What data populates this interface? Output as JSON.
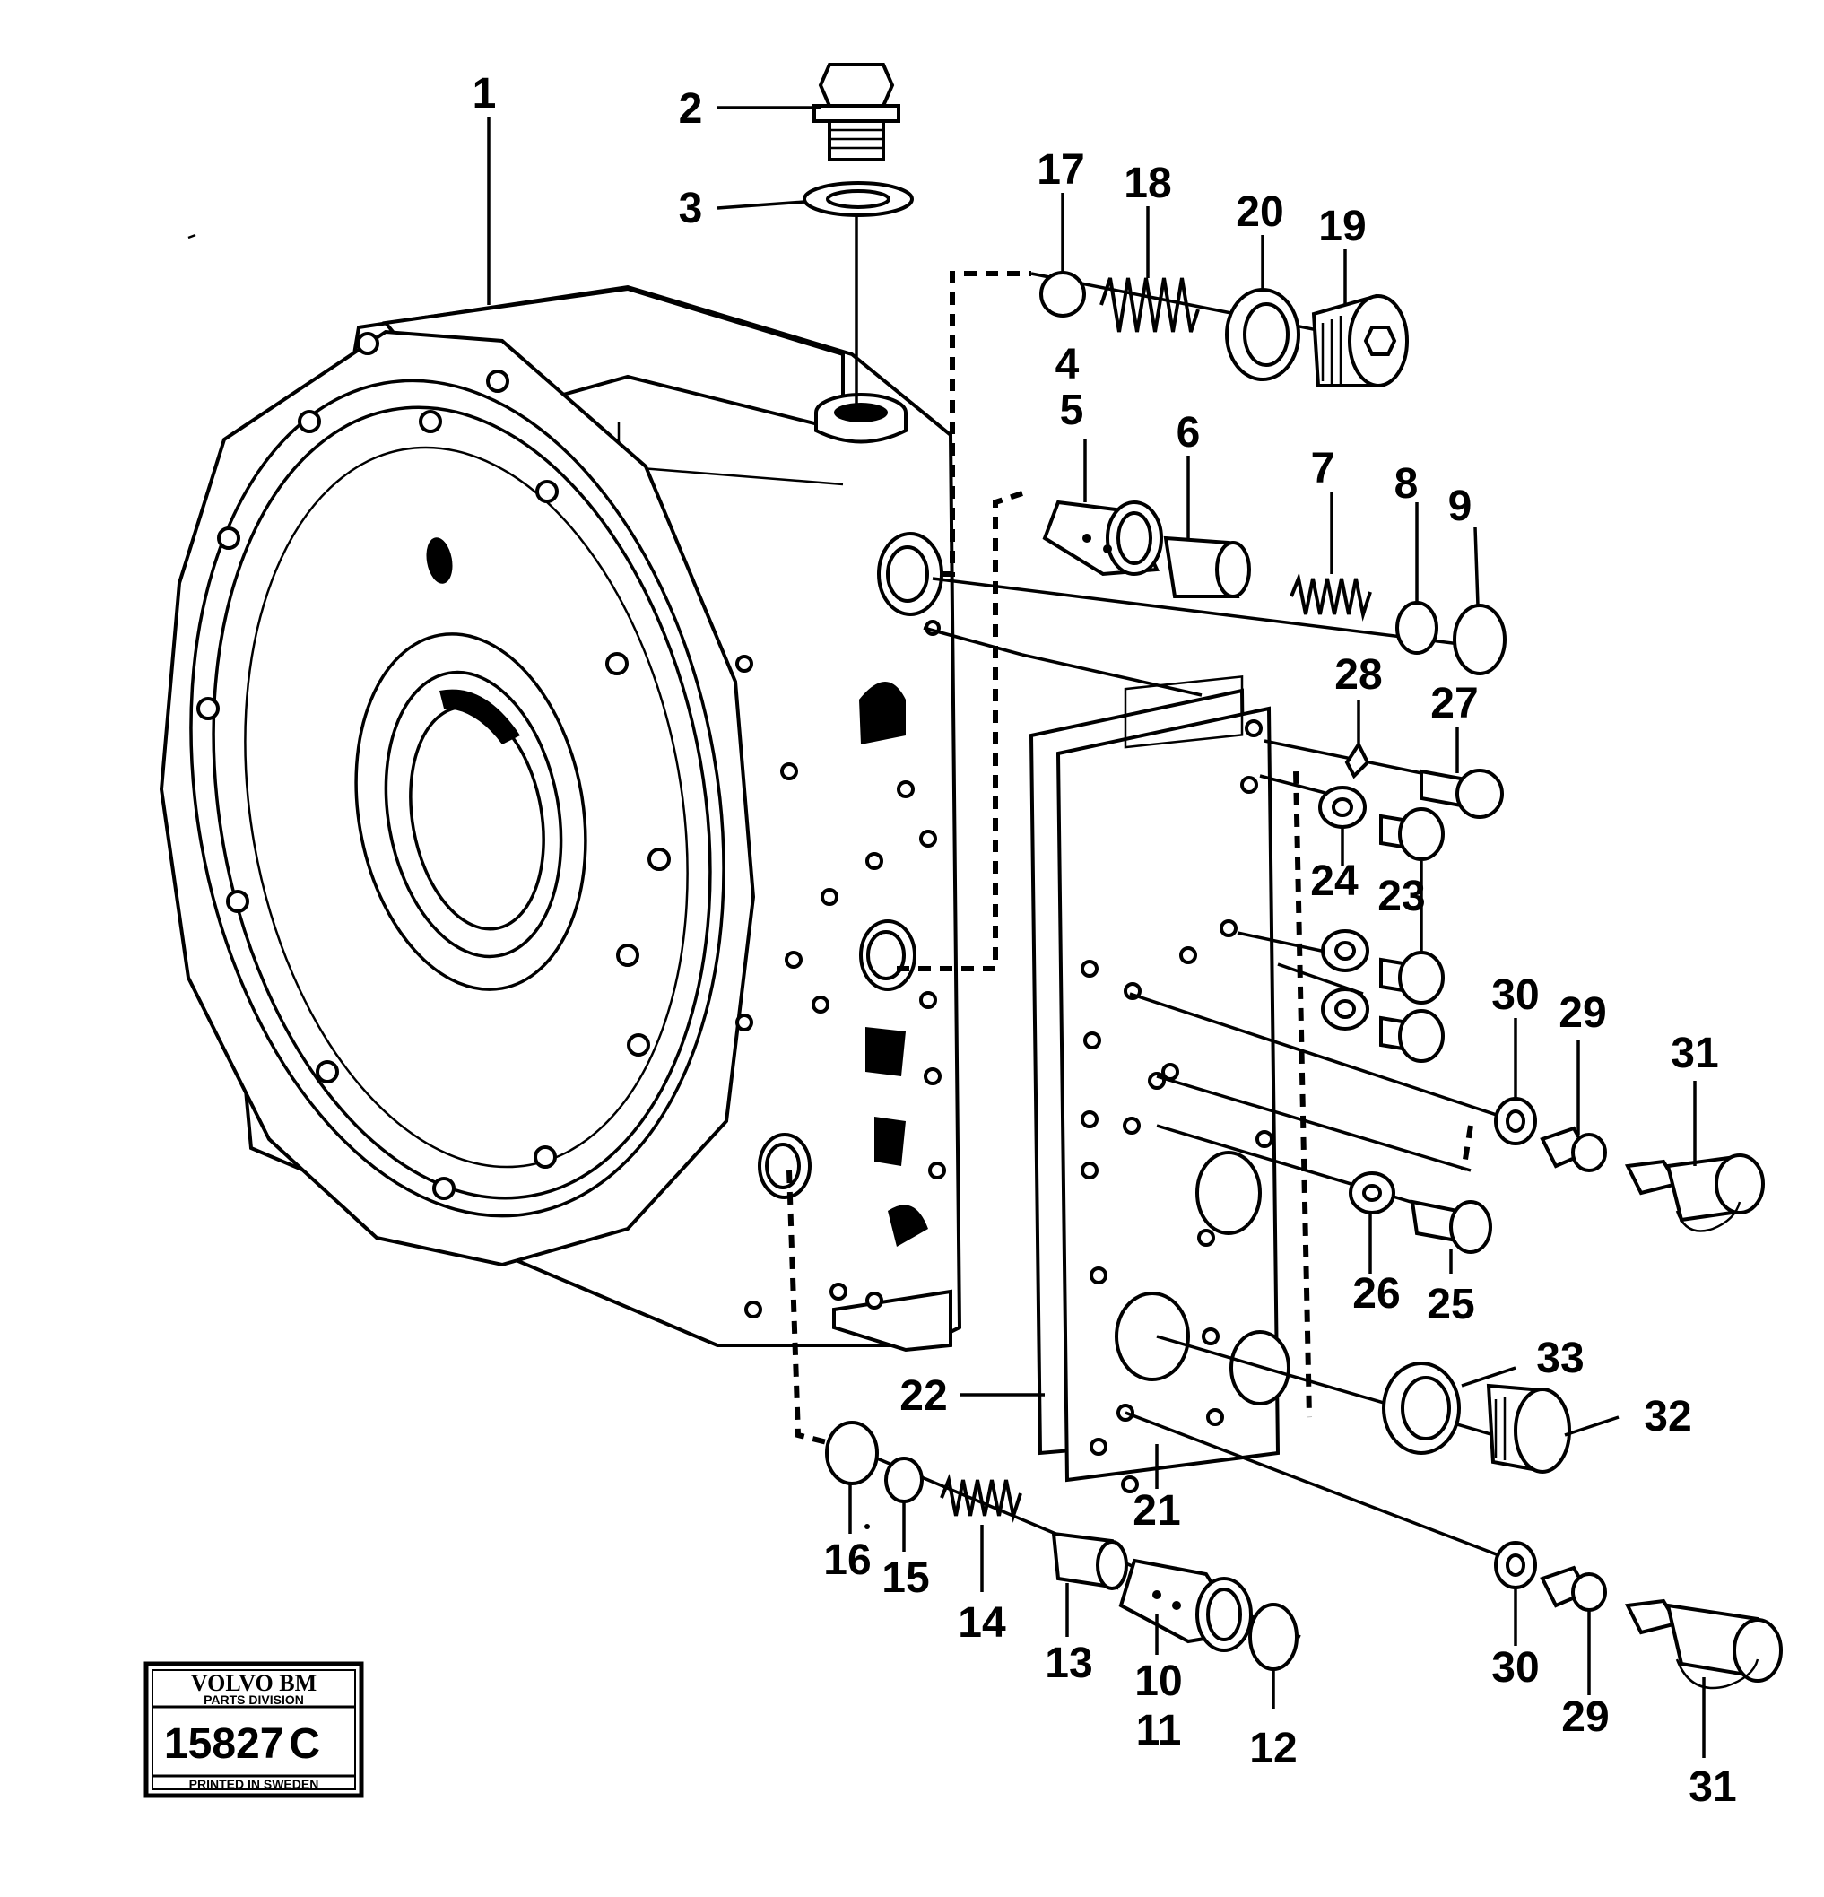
{
  "callouts": [
    {
      "id": "c1",
      "text": "1"
    },
    {
      "id": "c2",
      "text": "2"
    },
    {
      "id": "c3",
      "text": "3"
    },
    {
      "id": "c4",
      "text": "4"
    },
    {
      "id": "c5",
      "text": "5"
    },
    {
      "id": "c6",
      "text": "6"
    },
    {
      "id": "c7",
      "text": "7"
    },
    {
      "id": "c8",
      "text": "8"
    },
    {
      "id": "c9",
      "text": "9"
    },
    {
      "id": "c10",
      "text": "10"
    },
    {
      "id": "c11",
      "text": "11"
    },
    {
      "id": "c12",
      "text": "12"
    },
    {
      "id": "c13",
      "text": "13"
    },
    {
      "id": "c14",
      "text": "14"
    },
    {
      "id": "c15",
      "text": "15"
    },
    {
      "id": "c16",
      "text": "16"
    },
    {
      "id": "c17",
      "text": "17"
    },
    {
      "id": "c18",
      "text": "18"
    },
    {
      "id": "c19",
      "text": "19"
    },
    {
      "id": "c20",
      "text": "20"
    },
    {
      "id": "c21",
      "text": "21"
    },
    {
      "id": "c22",
      "text": "22"
    },
    {
      "id": "c23",
      "text": "23"
    },
    {
      "id": "c24",
      "text": "24"
    },
    {
      "id": "c25",
      "text": "25"
    },
    {
      "id": "c26",
      "text": "26"
    },
    {
      "id": "c27",
      "text": "27"
    },
    {
      "id": "c28",
      "text": "28"
    },
    {
      "id": "c29a",
      "text": "29"
    },
    {
      "id": "c29b",
      "text": "29"
    },
    {
      "id": "c30a",
      "text": "30"
    },
    {
      "id": "c30b",
      "text": "30"
    },
    {
      "id": "c31a",
      "text": "31"
    },
    {
      "id": "c31b",
      "text": "31"
    },
    {
      "id": "c32",
      "text": "32"
    },
    {
      "id": "c33",
      "text": "33"
    }
  ],
  "stamp": {
    "brand": "VOLVO BM",
    "division": "PARTS DIVISION",
    "number": "15827",
    "suffix": "C",
    "printed": "PRINTED IN SWEDEN"
  }
}
